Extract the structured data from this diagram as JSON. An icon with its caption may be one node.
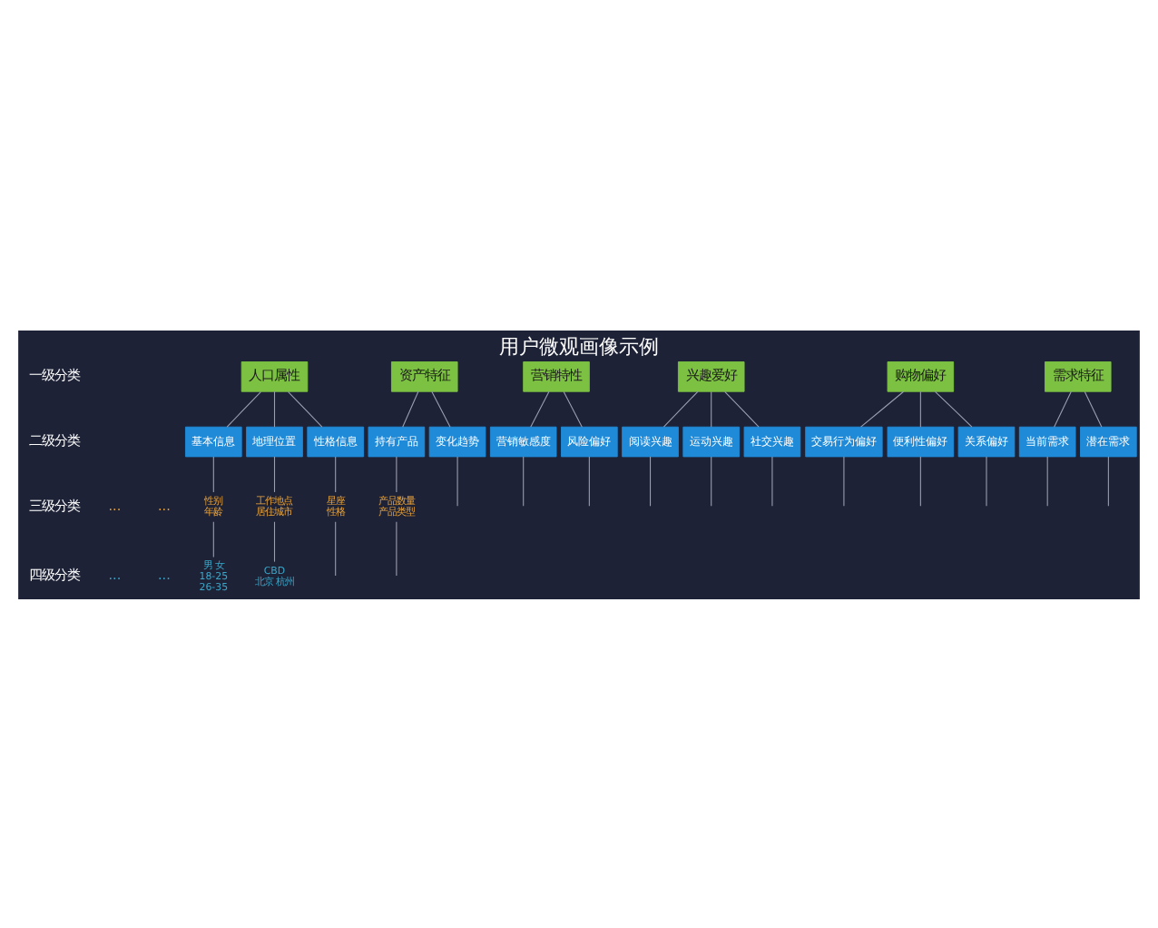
{
  "diagram": {
    "title": "用户微观画像示例",
    "nodes": [
      {
        "text": [
          "人口属性"
        ]
      },
      {
        "text": [
          "资产特征"
        ]
      },
      {
        "text": [
          "营销特性"
        ]
      },
      {
        "text": [
          "兴趣爱好"
        ]
      },
      {
        "text": [
          "购物偏好"
        ]
      },
      {
        "text": [
          "需求特征"
        ]
      },
      {
        "text": [
          "基本信息"
        ]
      },
      {
        "text": [
          "地理位置"
        ]
      },
      {
        "text": [
          "性格信息"
        ]
      },
      {
        "text": [
          "持有产品"
        ]
      },
      {
        "text": [
          "变化趋势"
        ]
      },
      {
        "text": [
          "营销敏感度"
        ]
      },
      {
        "text": [
          "风险偏好"
        ]
      },
      {
        "text": [
          "阅读兴趣"
        ]
      },
      {
        "text": [
          "运动兴趣"
        ]
      },
      {
        "text": [
          "社交兴趣"
        ]
      },
      {
        "text": [
          "交易行为偏好"
        ]
      },
      {
        "text": [
          "便利性偏好"
        ]
      },
      {
        "text": [
          "关系偏好"
        ]
      },
      {
        "text": [
          "当前需求"
        ]
      },
      {
        "text": [
          "潜在需求"
        ]
      },
      {
        "text": [
          "性别",
          "年龄"
        ]
      },
      {
        "text": [
          "工作地点",
          "居住城市"
        ]
      },
      {
        "text": [
          "星座",
          "性格"
        ]
      },
      {
        "text": [
          "产品数量",
          "产品类型"
        ]
      },
      {
        "text": [
          "男 女",
          "18-25",
          "26-35"
        ]
      },
      {
        "text": [
          "CBD",
          "北京 杭州"
        ]
      }
    ],
    "edges": [
      {
        "from": 0,
        "to": 6,
        "arrow": "none"
      },
      {
        "from": 0,
        "to": 7,
        "arrow": "none"
      },
      {
        "from": 0,
        "to": 8,
        "arrow": "none"
      },
      {
        "from": 1,
        "to": 9,
        "arrow": "none"
      },
      {
        "from": 1,
        "to": 10,
        "arrow": "none"
      },
      {
        "from": 2,
        "to": 11,
        "arrow": "none"
      },
      {
        "from": 2,
        "to": 12,
        "arrow": "none"
      },
      {
        "from": 3,
        "to": 13,
        "arrow": "none"
      },
      {
        "from": 3,
        "to": 14,
        "arrow": "none"
      },
      {
        "from": 3,
        "to": 15,
        "arrow": "none"
      },
      {
        "from": 4,
        "to": 16,
        "arrow": "none"
      },
      {
        "from": 4,
        "to": 17,
        "arrow": "none"
      },
      {
        "from": 4,
        "to": 18,
        "arrow": "none"
      },
      {
        "from": 5,
        "to": 19,
        "arrow": "none"
      },
      {
        "from": 5,
        "to": 20,
        "arrow": "none"
      },
      {
        "from": 6,
        "to": 21,
        "arrow": "none"
      },
      {
        "from": 7,
        "to": 22,
        "arrow": "none"
      },
      {
        "from": 8,
        "to": 23,
        "arrow": "none"
      },
      {
        "from": 9,
        "to": 24,
        "arrow": "none"
      },
      {
        "from": 10,
        "to": null,
        "arrow": "none"
      },
      {
        "from": 11,
        "to": null,
        "arrow": "none"
      },
      {
        "from": 12,
        "to": null,
        "arrow": "none"
      },
      {
        "from": 13,
        "to": null,
        "arrow": "none"
      },
      {
        "from": 14,
        "to": null,
        "arrow": "none"
      },
      {
        "from": 15,
        "to": null,
        "arrow": "none"
      },
      {
        "from": 16,
        "to": null,
        "arrow": "none"
      },
      {
        "from": 17,
        "to": null,
        "arrow": "none"
      },
      {
        "from": 18,
        "to": null,
        "arrow": "none"
      },
      {
        "from": 19,
        "to": null,
        "arrow": "none"
      },
      {
        "from": 20,
        "to": null,
        "arrow": "none"
      },
      {
        "from": 21,
        "to": 25,
        "arrow": "none"
      },
      {
        "from": 22,
        "to": 26,
        "arrow": "none"
      },
      {
        "from": 23,
        "to": null,
        "arrow": "none"
      },
      {
        "from": 24,
        "to": null,
        "arrow": "none"
      }
    ],
    "labels": [
      "一级分类",
      "二级分类",
      "三级分类",
      "...",
      "...",
      "四级分类",
      "...",
      "..."
    ]
  }
}
